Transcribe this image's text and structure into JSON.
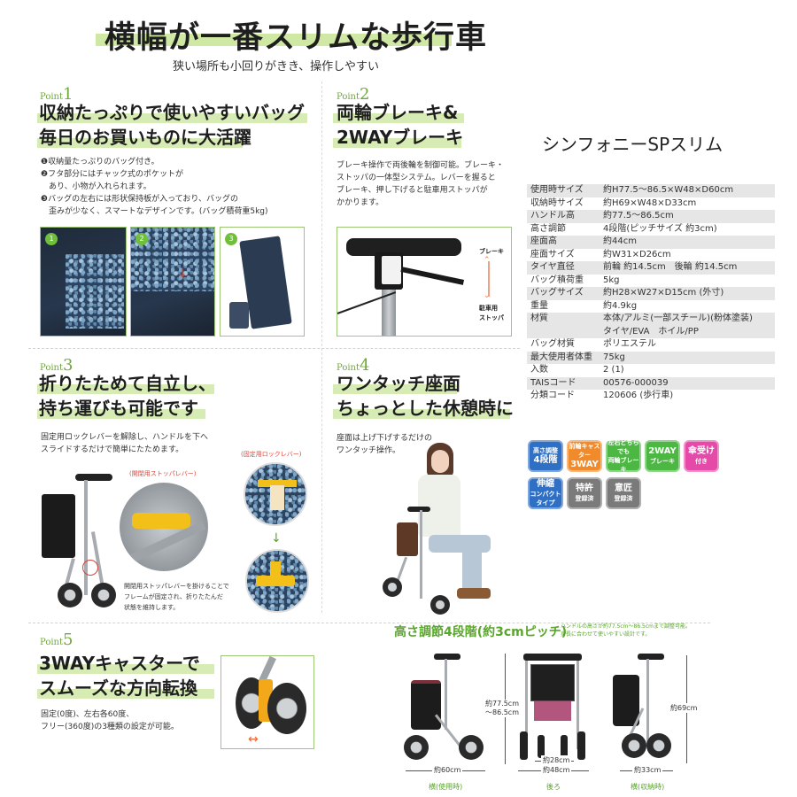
{
  "header": {
    "title": "横幅が一番スリムな歩行車",
    "subtitle": "狭い場所も小回りがきき、操作しやすい"
  },
  "points": [
    {
      "label": "Point",
      "number": "1",
      "heading_lines": [
        "収納たっぷりで使いやすいバッグ",
        "毎日のお買いものに大活躍"
      ],
      "body_lines": [
        "❶収納量たっぷりのバッグ付き。",
        "❷フタ部分にはチャック式のポケットが",
        "　あり、小物が入れられます。",
        "❸バッグの左右には形状保持板が入っており、バッグの",
        "　歪みが少なく、スマートなデザインです。(バッグ積荷重5kg)"
      ],
      "photo_badges": [
        "1",
        "2",
        "3"
      ]
    },
    {
      "label": "Point",
      "number": "2",
      "heading_lines": [
        "両輪ブレーキ&",
        "2WAYブレーキ"
      ],
      "body_lines": [
        "ブレーキ操作で両後輪を制御可能。ブレーキ・",
        "ストッパの一体型システム。レバーを握ると",
        "ブレーキ、押し下げると駐車用ストッパが",
        "かかります。"
      ],
      "diagram_labels": {
        "top": "ブレーキ",
        "bottom_line1": "駐車用",
        "bottom_line2": "ストッパ"
      }
    },
    {
      "label": "Point",
      "number": "3",
      "heading_lines": [
        "折りたためて自立し、",
        "持ち運びも可能です"
      ],
      "body_lines": [
        "固定用ロックレバーを解除し、ハンドルを下へ",
        "スライドするだけで簡単にたためます。"
      ],
      "callout_stopper": "(開閉用ストッパレバー)",
      "callout_lock": "(固定用ロックレバー)",
      "caption_lines": [
        "開閉用ストッパレバーを掛けることで",
        "フレームが固定され、折りたたんだ",
        "状態を維持します。"
      ]
    },
    {
      "label": "Point",
      "number": "4",
      "heading_lines": [
        "ワンタッチ座面",
        "ちょっとした休憩時に"
      ],
      "body_lines": [
        "座面は上げ下げするだけの",
        "ワンタッチ操作。"
      ]
    },
    {
      "label": "Point",
      "number": "5",
      "heading_lines": [
        "3WAYキャスターで",
        "スムーズな方向転換"
      ],
      "body_lines": [
        "固定(0度)、左右各60度、",
        "フリー(360度)の3種類の設定が可能。"
      ]
    }
  ],
  "product": {
    "name": "シンフォニーSPスリム",
    "specs": [
      {
        "key": "使用時サイズ",
        "value": "約H77.5～86.5×W48×D60cm"
      },
      {
        "key": "収納時サイズ",
        "value": "約H69×W48×D33cm"
      },
      {
        "key": "ハンドル高",
        "value": "約77.5～86.5cm"
      },
      {
        "key": "高さ調節",
        "value": "4段階(ピッチサイズ 約3cm)"
      },
      {
        "key": "座面高",
        "value": "約44cm"
      },
      {
        "key": "座面サイズ",
        "value": "約W31×D26cm"
      },
      {
        "key": "タイヤ直径",
        "value": "前輪 約14.5cm　後輪 約14.5cm"
      },
      {
        "key": "バッグ積荷重",
        "value": "5kg"
      },
      {
        "key": "バッグサイズ",
        "value": "約H28×W27×D15cm (外寸)"
      },
      {
        "key": "重量",
        "value": "約4.9kg"
      },
      {
        "key": "材質",
        "value": "本体/アルミ(一部スチール)(粉体塗装)"
      },
      {
        "key": "",
        "value": "タイヤ/EVA　ホイル/PP"
      },
      {
        "key": "バッグ材質",
        "value": "ポリエステル"
      },
      {
        "key": "最大使用者体重",
        "value": "75kg"
      },
      {
        "key": "入数",
        "value": "2 (1)"
      },
      {
        "key": "TAISコード",
        "value": "00576-000039"
      },
      {
        "key": "分類コード",
        "value": "120606 (歩行車)"
      }
    ]
  },
  "feature_icons": [
    {
      "line1": "高さ調整",
      "line2": "4段階",
      "color": "#2f6fc4"
    },
    {
      "line1": "前輪キャスター",
      "line2": "3WAY",
      "color": "#f08a2a"
    },
    {
      "line1": "左右どちらでも",
      "line2": "両輪ブレーキ",
      "color": "#4cb843"
    },
    {
      "line1": "2WAY",
      "line2": "ブレーキ",
      "color": "#4cb843"
    },
    {
      "line1": "傘受け",
      "line2": "付き",
      "color": "#e64aa8"
    },
    {
      "line1": "伸縮",
      "line2": "コンパクトタイプ",
      "color": "#2f6fc4"
    },
    {
      "line1": "特許",
      "line2": "登録済",
      "color": "#7a7a7a"
    },
    {
      "line1": "意匠",
      "line2": "登録済",
      "color": "#7a7a7a"
    }
  ],
  "height_section": {
    "title": "高さ調節4段階(約3cmピッチ)",
    "note_lines": [
      "ハンドルの高さが約77.5cm～86.5cmまで調整可能。",
      "身長に合わせて使いやすい設計です。"
    ],
    "views": [
      {
        "caption": "横(使用時)",
        "width_label": "約60cm"
      },
      {
        "caption": "後ろ",
        "width_label_inner": "約28cm",
        "width_label": "約48cm",
        "height_label_line1": "約77.5cm",
        "height_label_line2": "～86.5cm"
      },
      {
        "caption": "横(収納時)",
        "width_label": "約33cm",
        "height_label": "約69cm"
      }
    ]
  },
  "colors": {
    "accent_green": "#6fa83a",
    "highlight_green": "#d7ecb5",
    "callout_red": "#e0473a"
  }
}
